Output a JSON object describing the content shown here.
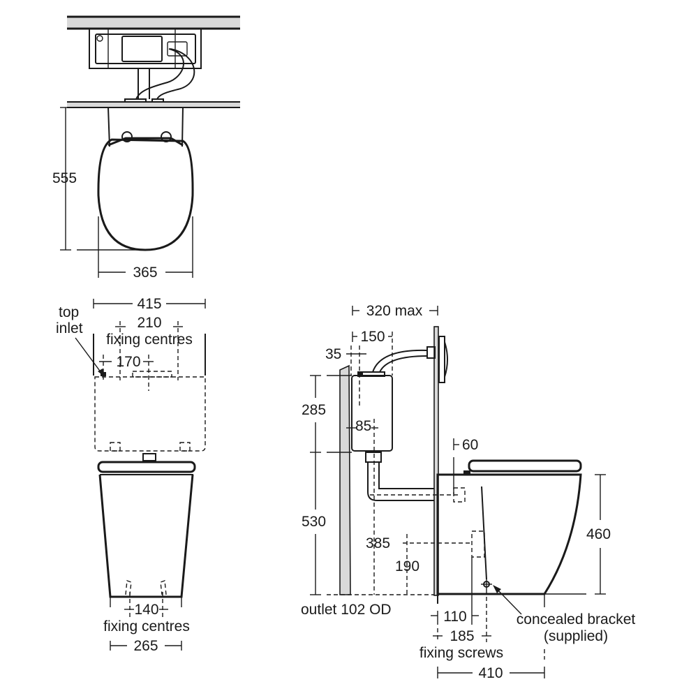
{
  "title": "Close-coupled back-to-wall WC technical drawing",
  "colors": {
    "line": "#1a1a1a",
    "wall_fill": "#d9d9d9",
    "background": "#ffffff"
  },
  "plan_view": {
    "depth": "555",
    "seat_width": "365"
  },
  "front_view": {
    "cistern_width": "415",
    "top_inlet_label_line1": "top",
    "top_inlet_label_line2": "inlet",
    "cistern_fixing_centres_value": "210",
    "cistern_fixing_centres_label": "fixing centres",
    "inlet_offset": "170",
    "pan_fixing_centres_value": "140",
    "pan_fixing_centres_label": "fixing centres",
    "pan_base_width": "265"
  },
  "side_view": {
    "frame_depth": "320 max",
    "cistern_depth": "150",
    "inlet_offset": "35",
    "cistern_height": "285",
    "outlet_centre": "85",
    "cistern_base_height": "530",
    "connector_offset": "60",
    "pan_height": "460",
    "waste_height": "385",
    "water_height": "190",
    "outlet_label": "outlet 102 OD",
    "fixing_offset": "110",
    "fixing_screws_value": "185",
    "fixing_screws_label": "fixing screws",
    "bracket_label_line1": "concealed bracket",
    "bracket_label_line2": "(supplied)",
    "pan_depth": "410"
  }
}
